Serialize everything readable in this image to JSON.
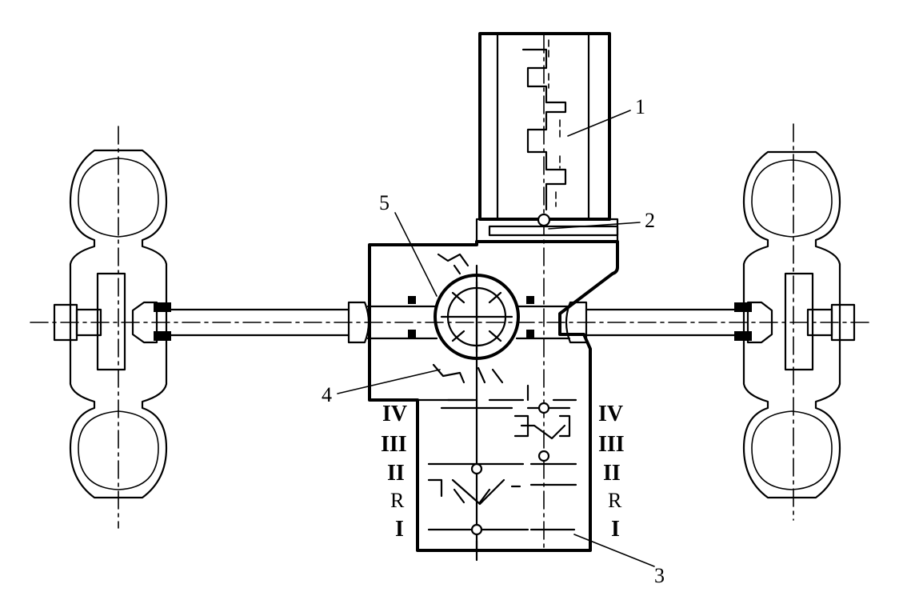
{
  "callouts": [
    "1",
    "2",
    "3",
    "4",
    "5"
  ],
  "gears_left": [
    "IV",
    "III",
    "II",
    "R",
    "I"
  ],
  "gears_right": [
    "IV",
    "III",
    "II",
    "R",
    "I"
  ]
}
